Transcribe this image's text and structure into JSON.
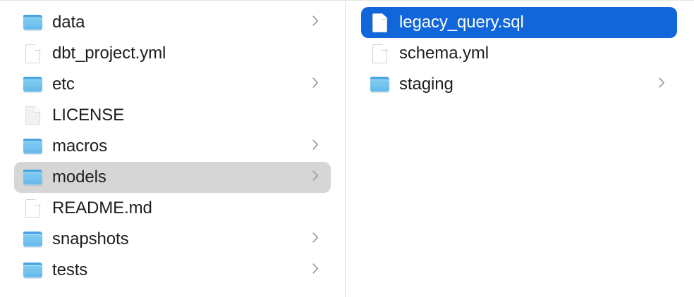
{
  "window": {
    "app": "Finder",
    "view_mode": "column"
  },
  "columns": [
    {
      "name": "parent-column",
      "items": [
        {
          "label": "data",
          "icon": "folder-icon",
          "kind": "folder",
          "has_chevron": true,
          "selection": "none"
        },
        {
          "label": "dbt_project.yml",
          "icon": "document-icon",
          "kind": "file",
          "has_chevron": false,
          "selection": "none"
        },
        {
          "label": "etc",
          "icon": "folder-icon",
          "kind": "folder",
          "has_chevron": true,
          "selection": "none"
        },
        {
          "label": "LICENSE",
          "icon": "document-plain-icon",
          "kind": "file",
          "has_chevron": false,
          "selection": "none"
        },
        {
          "label": "macros",
          "icon": "folder-icon",
          "kind": "folder",
          "has_chevron": true,
          "selection": "none"
        },
        {
          "label": "models",
          "icon": "folder-icon",
          "kind": "folder",
          "has_chevron": true,
          "selection": "gray"
        },
        {
          "label": "README.md",
          "icon": "document-icon",
          "kind": "file",
          "has_chevron": false,
          "selection": "none"
        },
        {
          "label": "snapshots",
          "icon": "folder-icon",
          "kind": "folder",
          "has_chevron": true,
          "selection": "none"
        },
        {
          "label": "tests",
          "icon": "folder-icon",
          "kind": "folder",
          "has_chevron": true,
          "selection": "none"
        }
      ]
    },
    {
      "name": "child-column",
      "items": [
        {
          "label": "legacy_query.sql",
          "icon": "document-icon",
          "kind": "file",
          "has_chevron": false,
          "selection": "blue"
        },
        {
          "label": "schema.yml",
          "icon": "document-icon",
          "kind": "file",
          "has_chevron": false,
          "selection": "none"
        },
        {
          "label": "staging",
          "icon": "folder-icon",
          "kind": "folder",
          "has_chevron": true,
          "selection": "none"
        }
      ]
    }
  ],
  "colors": {
    "selection_active": "#1166d9",
    "selection_inactive": "#d6d6d6",
    "text": "#1d1d1f",
    "text_selected": "#ffffff",
    "folder_blue": "#72c3ee",
    "divider": "#e0e0e0",
    "background": "#ffffff"
  }
}
